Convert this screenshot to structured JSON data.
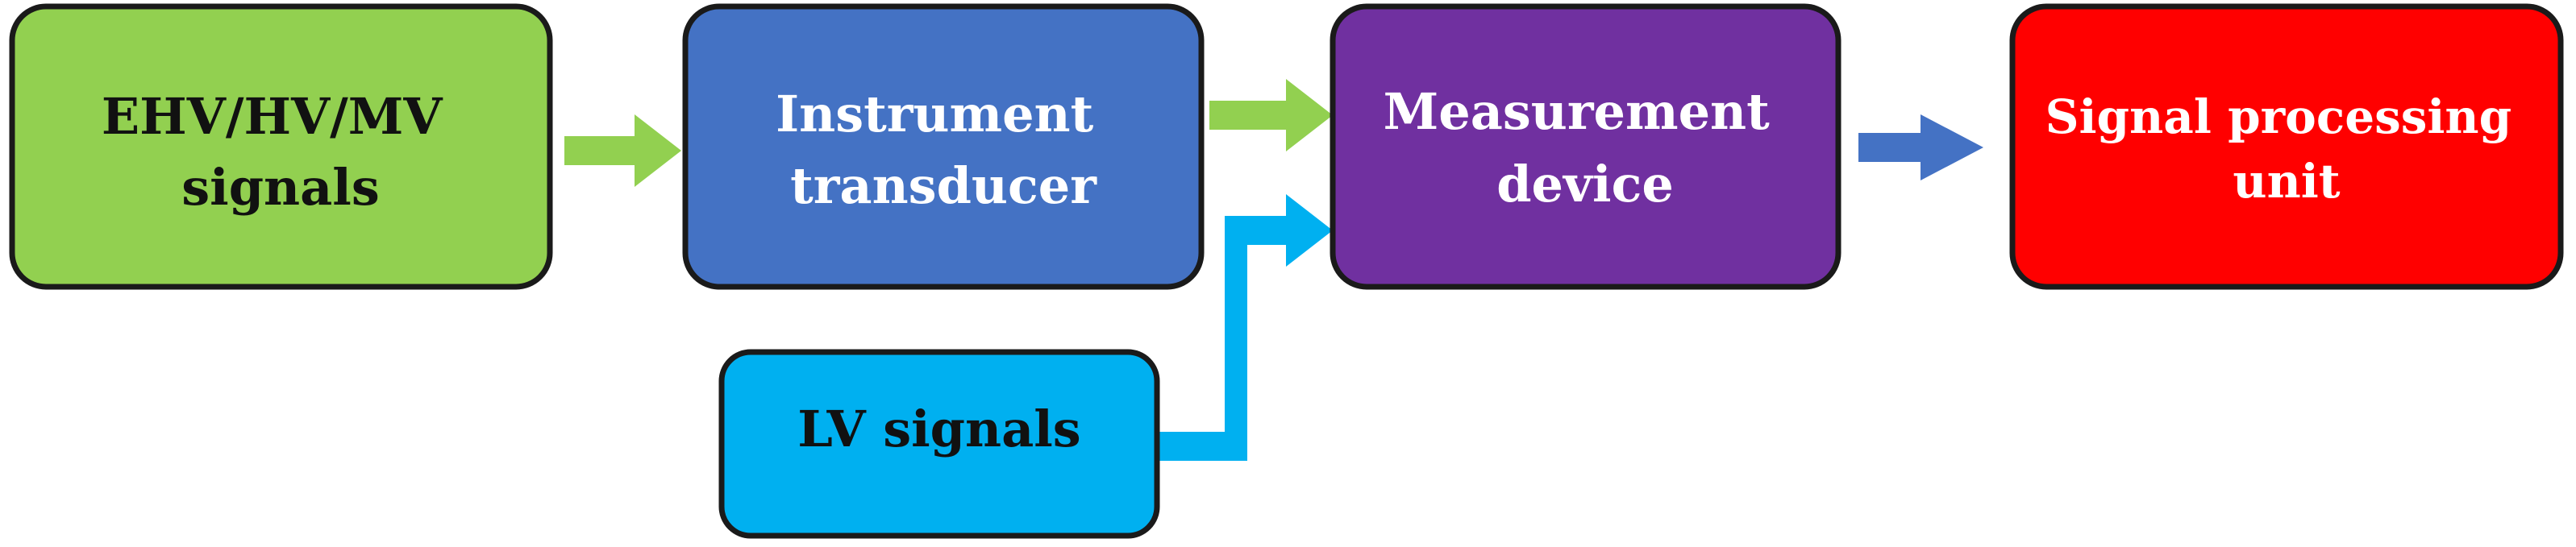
{
  "colors": {
    "green": "#92d050",
    "blue": "#4472c4",
    "purple": "#7030a0",
    "red": "#ff0000",
    "cyan": "#00b0f0",
    "outline": "#1a1a1a",
    "dark_text": "#111111",
    "light_text": "#ffffff"
  },
  "nodes": {
    "ehv": {
      "lines": [
        "EHV/HV/MV",
        "signals"
      ]
    },
    "transducer": {
      "lines": [
        "Instrument",
        "transducer"
      ]
    },
    "measurement": {
      "lines": [
        "Measurement",
        "device"
      ]
    },
    "processing": {
      "lines": [
        "Signal processing",
        "unit"
      ]
    },
    "lv": {
      "lines": [
        "LV signals"
      ]
    }
  },
  "edges": [
    {
      "from": "ehv",
      "to": "transducer",
      "color": "green"
    },
    {
      "from": "transducer",
      "to": "measurement",
      "color": "green"
    },
    {
      "from": "lv",
      "to": "measurement",
      "color": "cyan"
    },
    {
      "from": "measurement",
      "to": "processing",
      "color": "blue"
    }
  ]
}
